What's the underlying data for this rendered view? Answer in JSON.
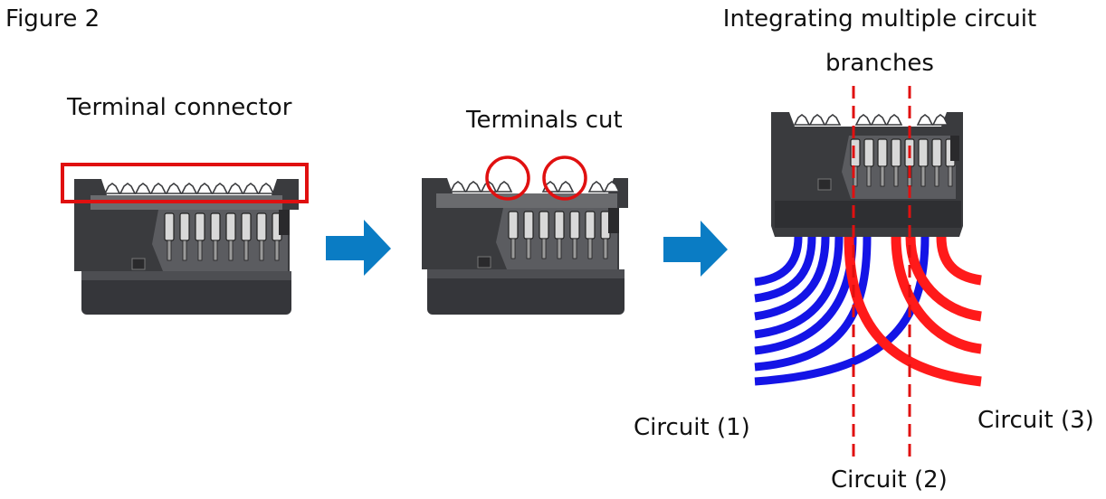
{
  "figure_label": "Figure 2",
  "panels": {
    "terminal_connector": "Terminal connector",
    "terminals_cut": "Terminals cut",
    "integrating_line1": "Integrating multiple circuit",
    "integrating_line2": "branches"
  },
  "circuits": {
    "c1": "Circuit (1)",
    "c2": "Circuit (2)",
    "c3": "Circuit (3)"
  },
  "colors": {
    "highlight_red": "#e01010",
    "arrow_blue": "#0a7cc4",
    "wire_blue": "#1414e6",
    "wire_red": "#ff1a1a",
    "connector_body": "#3a3b3e"
  }
}
